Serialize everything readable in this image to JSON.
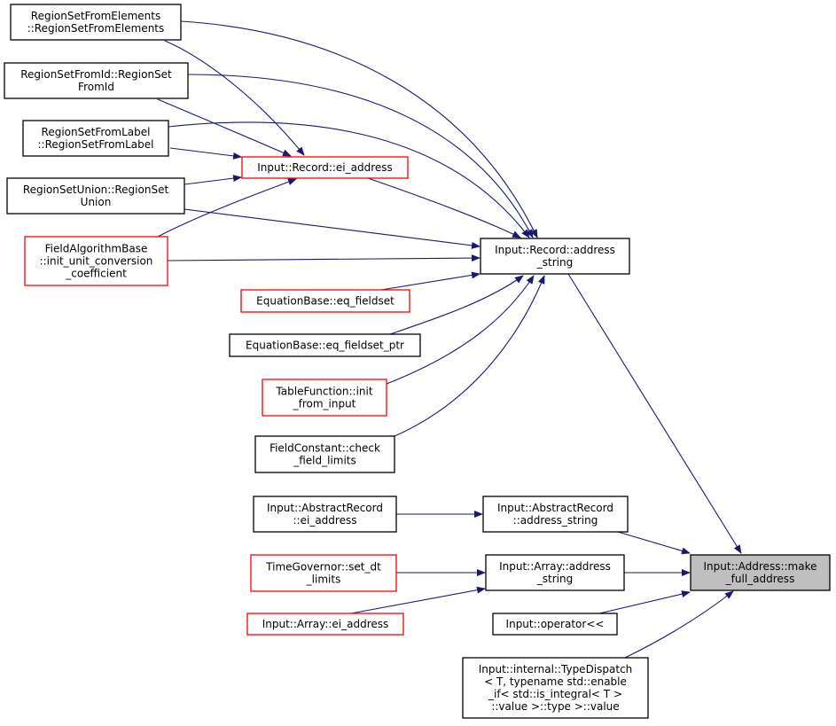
{
  "graph": {
    "edge_color": "#191970",
    "nodes": [
      {
        "id": "n1",
        "lines": [
          "RegionSetFromElements",
          "::RegionSetFromElements"
        ],
        "style": "normal"
      },
      {
        "id": "n2",
        "lines": [
          "RegionSetFromId::RegionSet",
          "FromId"
        ],
        "style": "normal"
      },
      {
        "id": "n3",
        "lines": [
          "RegionSetFromLabel",
          "::RegionSetFromLabel"
        ],
        "style": "normal"
      },
      {
        "id": "n4",
        "lines": [
          "Input::Record::ei_address"
        ],
        "style": "red"
      },
      {
        "id": "n5",
        "lines": [
          "RegionSetUnion::RegionSet",
          "Union"
        ],
        "style": "normal"
      },
      {
        "id": "n6",
        "lines": [
          "FieldAlgorithmBase",
          "::init_unit_conversion",
          "_coefficient"
        ],
        "style": "red"
      },
      {
        "id": "n7",
        "lines": [
          "Input::Record::address",
          "_string"
        ],
        "style": "normal"
      },
      {
        "id": "n8",
        "lines": [
          "EquationBase::eq_fieldset"
        ],
        "style": "red"
      },
      {
        "id": "n9",
        "lines": [
          "EquationBase::eq_fieldset_ptr"
        ],
        "style": "normal"
      },
      {
        "id": "n10",
        "lines": [
          "TableFunction::init",
          "_from_input"
        ],
        "style": "red"
      },
      {
        "id": "n11",
        "lines": [
          "FieldConstant::check",
          "_field_limits"
        ],
        "style": "normal"
      },
      {
        "id": "n12",
        "lines": [
          "Input::AbstractRecord",
          "::ei_address"
        ],
        "style": "normal"
      },
      {
        "id": "n13",
        "lines": [
          "Input::AbstractRecord",
          "::address_string"
        ],
        "style": "normal"
      },
      {
        "id": "n14",
        "lines": [
          "TimeGovernor::set_dt",
          "_limits"
        ],
        "style": "red"
      },
      {
        "id": "n15",
        "lines": [
          "Input::Array::address",
          "_string"
        ],
        "style": "normal"
      },
      {
        "id": "n16",
        "lines": [
          "Input::Address::make",
          "_full_address"
        ],
        "style": "focus"
      },
      {
        "id": "n17",
        "lines": [
          "Input::Array::ei_address"
        ],
        "style": "red"
      },
      {
        "id": "n18",
        "lines": [
          "Input::operator<<"
        ],
        "style": "normal"
      },
      {
        "id": "n19",
        "lines": [
          "Input::internal::TypeDispatch",
          "< T, typename std::enable",
          "_if< std::is_integral< T >",
          "::value >::type >::value"
        ],
        "style": "normal"
      }
    ],
    "edges": [
      [
        "n1",
        "n4"
      ],
      [
        "n2",
        "n4"
      ],
      [
        "n3",
        "n4"
      ],
      [
        "n5",
        "n4"
      ],
      [
        "n6",
        "n4"
      ],
      [
        "n1",
        "n7"
      ],
      [
        "n2",
        "n7"
      ],
      [
        "n3",
        "n7"
      ],
      [
        "n4",
        "n7"
      ],
      [
        "n5",
        "n7"
      ],
      [
        "n6",
        "n7"
      ],
      [
        "n8",
        "n7"
      ],
      [
        "n9",
        "n7"
      ],
      [
        "n10",
        "n7"
      ],
      [
        "n11",
        "n7"
      ],
      [
        "n7",
        "n16"
      ],
      [
        "n12",
        "n13"
      ],
      [
        "n13",
        "n16"
      ],
      [
        "n14",
        "n15"
      ],
      [
        "n15",
        "n16"
      ],
      [
        "n17",
        "n15"
      ],
      [
        "n18",
        "n16"
      ],
      [
        "n19",
        "n16"
      ]
    ]
  }
}
